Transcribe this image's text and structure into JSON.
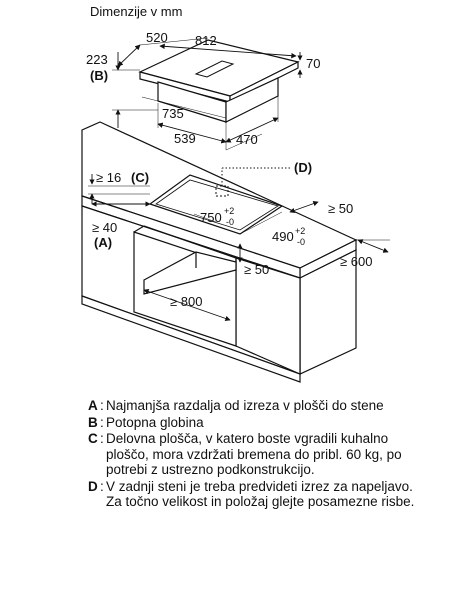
{
  "title": "Dimenzije v mm",
  "dims": {
    "hob_depth": "520",
    "hob_width": "812",
    "total_depth": "223",
    "hob_height": "70",
    "cutout_a": "735",
    "cutout_b": "539",
    "cutout_c": "470",
    "min_16": "≥ 16",
    "min_50_right": "≥ 50",
    "min_40": "≥ 40",
    "cut_750": "750",
    "cut_490": "490",
    "tol_plus": "+2",
    "tol_minus": "-0",
    "min_600": "≥ 600",
    "min_50_bottom": "≥ 50",
    "min_800": "≥ 800"
  },
  "labels": {
    "A": "(A)",
    "B": "(B)",
    "C": "(C)",
    "D": "(D)"
  },
  "legend": [
    {
      "key": "A",
      "text": "Najmanjša razdalja od izreza v plošči do stene"
    },
    {
      "key": "B",
      "text": "Potopna globina"
    },
    {
      "key": "C",
      "text": "Delovna plošča, v katero boste vgradili kuhalno ploščo, mora vzdržati bremena do pribl. 60 kg, po potrebi z ustrezno podkonstrukcijo."
    },
    {
      "key": "D",
      "text": "V zadnji steni je treba predvideti izrez za napeljavo. Za točno velikost in položaj glejte posamezne risbe."
    }
  ]
}
